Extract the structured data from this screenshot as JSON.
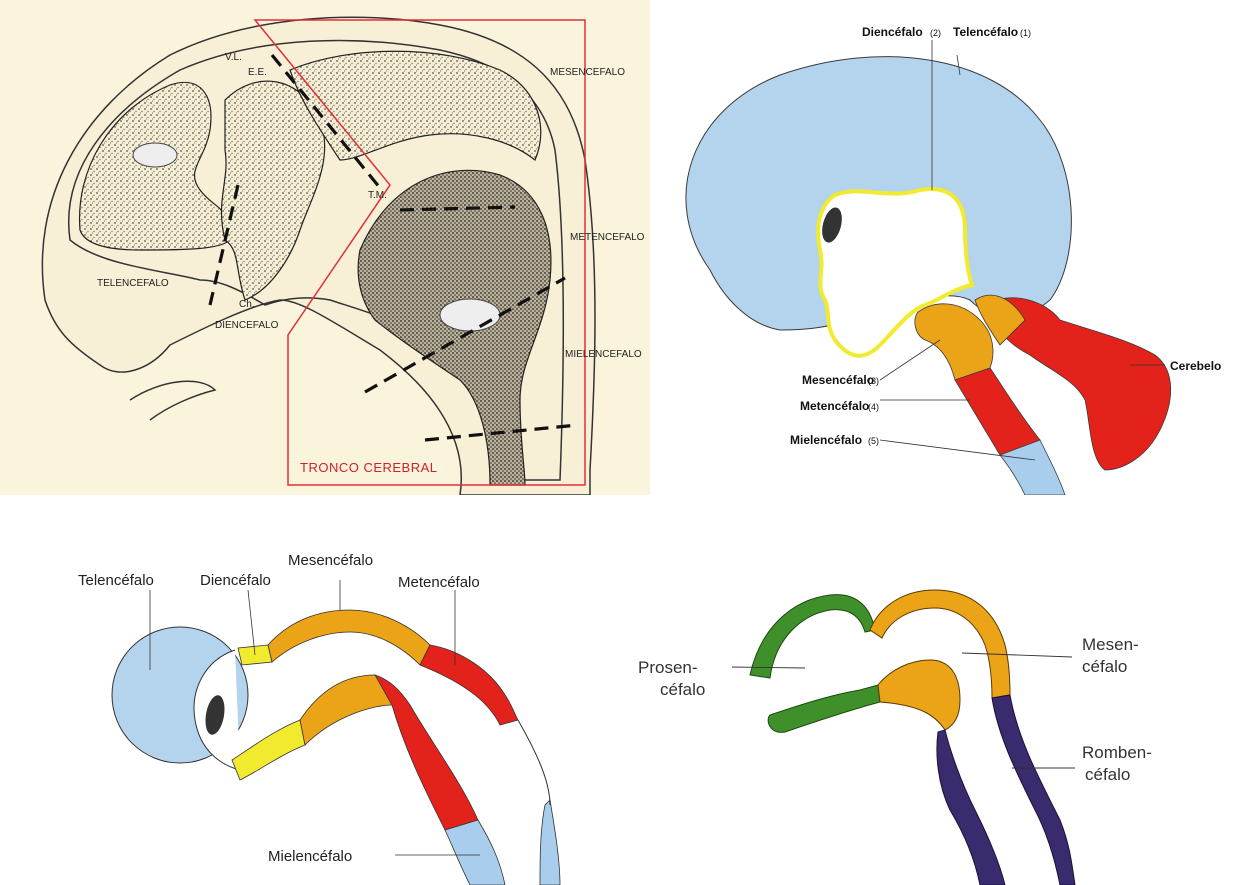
{
  "panel1": {
    "labels": {
      "vl": "V.L.",
      "ee": "E.E.",
      "mesencefalo": "MESENCEFALO",
      "tm": "T.M.",
      "metencefalo": "METENCEFALO",
      "telencefalo": "TELENCEFALO",
      "ch": "Ch.",
      "diencefalo": "DIENCEFALO",
      "mielencefalo": "MIELENCEFALO",
      "tronco": "TRONCO CEREBRAL"
    }
  },
  "panel2": {
    "labels": {
      "diencefalo": "Diencéfalo",
      "diencefalo_num": "(2)",
      "telencefalo": "Telencéfalo",
      "telencefalo_num": "(1)",
      "mesencefalo": "Mesencéfalo",
      "mesencefalo_num": "(3)",
      "metencefalo": "Metencéfalo",
      "metencefalo_num": "(4)",
      "mielencefalo": "Mielencéfalo",
      "mielencefalo_num": "(5)",
      "cerebelo": "Cerebelo"
    }
  },
  "panel3": {
    "labels": {
      "telencefalo": "Telencéfalo",
      "diencefalo": "Diencéfalo",
      "mesencefalo": "Mesencéfalo",
      "metencefalo": "Metencéfalo",
      "mielencefalo": "Mielencéfalo"
    }
  },
  "panel4": {
    "labels": {
      "prosen": "Prosen-",
      "cefalo_a": "céfalo",
      "mesen": "Mesen-",
      "cefalo_b": "céfalo",
      "romben": "Romben-",
      "cefalo_c": "céfalo"
    }
  },
  "colors": {
    "telencefalo": "#b4d4ee",
    "diencefalo": "#f2ea2e",
    "mesencefalo": "#eba318",
    "metencefalo": "#e3231b",
    "mielencefalo": "#a9cdec",
    "prosencefalo": "#3f8f2a",
    "rombencefalo": "#3a2a6e",
    "tronco_box": "#e0303a"
  }
}
